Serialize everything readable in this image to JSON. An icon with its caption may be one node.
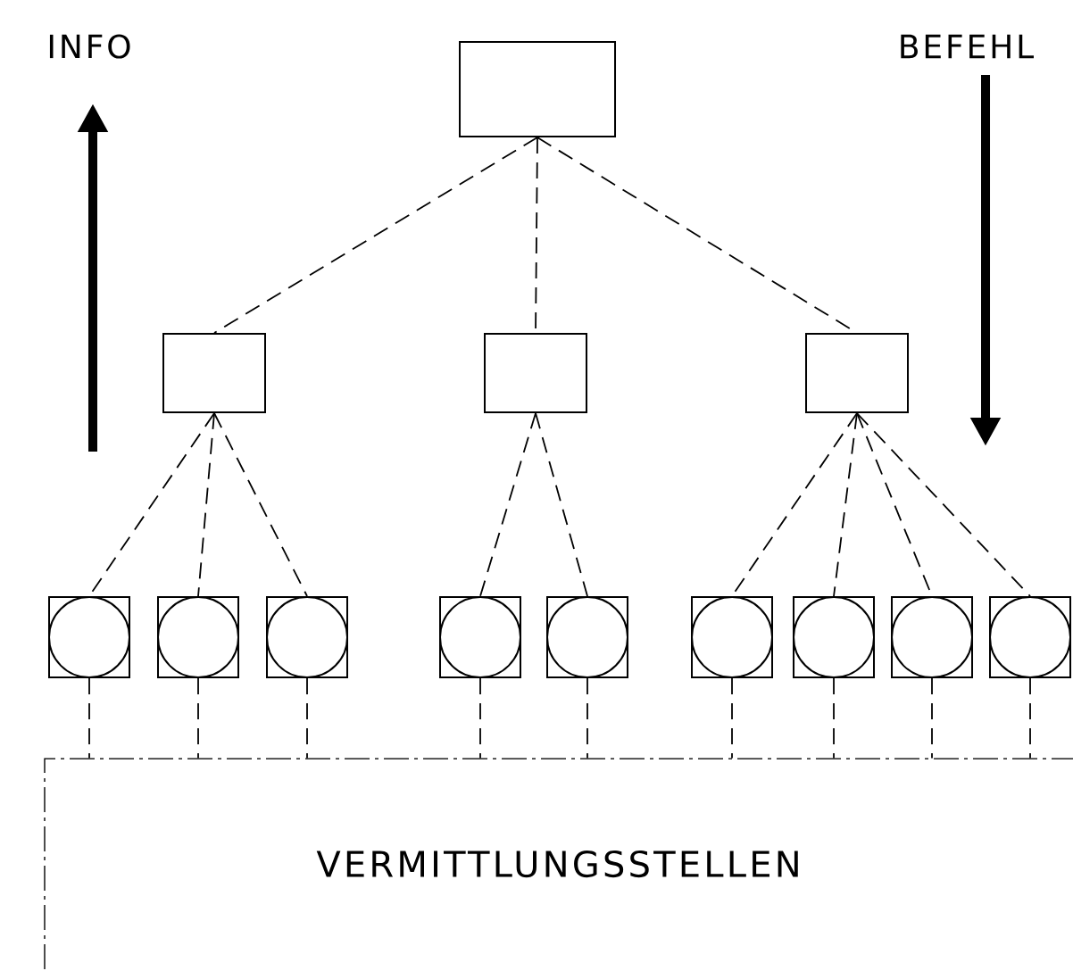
{
  "diagram": {
    "nodes": [
      {
        "text": [],
        "shape": "box"
      },
      {
        "text": [],
        "shape": "box"
      },
      {
        "text": [],
        "shape": "box"
      },
      {
        "text": [],
        "shape": "box"
      },
      {
        "text": [],
        "shape": "box"
      },
      {
        "text": [],
        "shape": "box"
      },
      {
        "text": [],
        "shape": "box"
      },
      {
        "text": [],
        "shape": "box"
      },
      {
        "text": [],
        "shape": "box"
      },
      {
        "text": [],
        "shape": "box"
      },
      {
        "text": [],
        "shape": "box"
      },
      {
        "text": [],
        "shape": "box"
      },
      {
        "text": [],
        "shape": "box"
      },
      {
        "text": [
          "VERMITTLUNGSSTELLEN"
        ]
      }
    ],
    "edges": [
      {
        "from": 0,
        "to": 1,
        "arrow": "none",
        "style": "dashed"
      },
      {
        "from": 0,
        "to": 2,
        "arrow": "none",
        "style": "dashed"
      },
      {
        "from": 0,
        "to": 3,
        "arrow": "none",
        "style": "dashed"
      },
      {
        "from": 1,
        "to": 4,
        "arrow": "none",
        "style": "dashed"
      },
      {
        "from": 1,
        "to": 5,
        "arrow": "none",
        "style": "dashed"
      },
      {
        "from": 1,
        "to": 6,
        "arrow": "none",
        "style": "dashed"
      },
      {
        "from": 2,
        "to": 7,
        "arrow": "none",
        "style": "dashed"
      },
      {
        "from": 2,
        "to": 8,
        "arrow": "none",
        "style": "dashed"
      },
      {
        "from": 3,
        "to": 9,
        "arrow": "none",
        "style": "dashed"
      },
      {
        "from": 3,
        "to": 10,
        "arrow": "none",
        "style": "dashed"
      },
      {
        "from": 3,
        "to": 11,
        "arrow": "none",
        "style": "dashed"
      },
      {
        "from": 3,
        "to": 12,
        "arrow": "none",
        "style": "dashed"
      },
      {
        "from": 4,
        "to": 13,
        "arrow": "none",
        "style": "dashed"
      },
      {
        "from": 5,
        "to": 13,
        "arrow": "none",
        "style": "dashed"
      },
      {
        "from": 6,
        "to": 13,
        "arrow": "none",
        "style": "dashed"
      },
      {
        "from": 7,
        "to": 13,
        "arrow": "none",
        "style": "dashed"
      },
      {
        "from": 8,
        "to": 13,
        "arrow": "none",
        "style": "dashed"
      },
      {
        "from": 9,
        "to": 13,
        "arrow": "none",
        "style": "dashed"
      },
      {
        "from": 10,
        "to": 13,
        "arrow": "none",
        "style": "dashed"
      },
      {
        "from": 11,
        "to": 13,
        "arrow": "none",
        "style": "dashed"
      },
      {
        "from": 12,
        "to": 13,
        "arrow": "none",
        "style": "dashed"
      }
    ],
    "labels": [
      "INFO",
      "BEFEHL"
    ]
  }
}
